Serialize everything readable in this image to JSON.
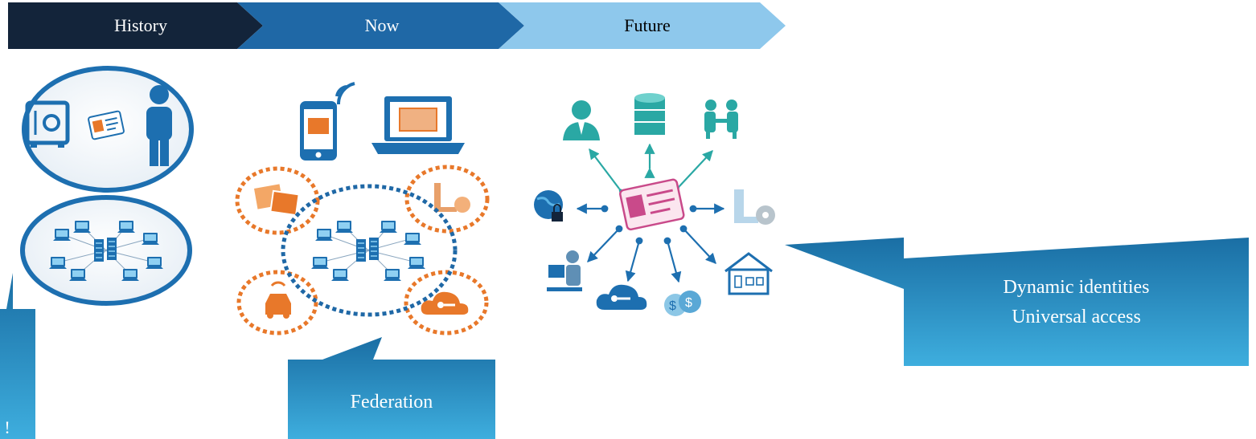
{
  "timeline": {
    "steps": [
      {
        "label": "History",
        "color": "#13243a",
        "text_color": "#ffffff"
      },
      {
        "label": "Now",
        "color": "#1f68a6",
        "text_color": "#ffffff"
      },
      {
        "label": "Future",
        "color": "#8ec8ec",
        "text_color": "#000000"
      }
    ]
  },
  "callouts": {
    "federation": "Federation",
    "dynamic_identities": "Dynamic identities",
    "universal_access": "Universal access",
    "left_partial": "!"
  },
  "colors": {
    "callout_top": "#1a6ea4",
    "callout_bottom": "#3eaede",
    "teal": "#2aa8a4",
    "blue_icon": "#1d6fb0",
    "orange": "#e8782a",
    "pink": "#c94a8a"
  },
  "icons": {
    "history": [
      "safe-icon",
      "id-card-icon",
      "person-icon",
      "server-network-icon"
    ],
    "now": [
      "smartphone-icon",
      "laptop-icon",
      "photos-icon",
      "rod-disc-icon",
      "car-icon",
      "cloud-key-icon",
      "server-network-icon"
    ],
    "future": [
      "user-icon",
      "database-icon",
      "handshake-icon",
      "globe-lock-icon",
      "id-card-icon",
      "rod-disc-icon",
      "desk-user-icon",
      "cloud-key-icon",
      "money-icon",
      "smart-home-icon"
    ]
  }
}
